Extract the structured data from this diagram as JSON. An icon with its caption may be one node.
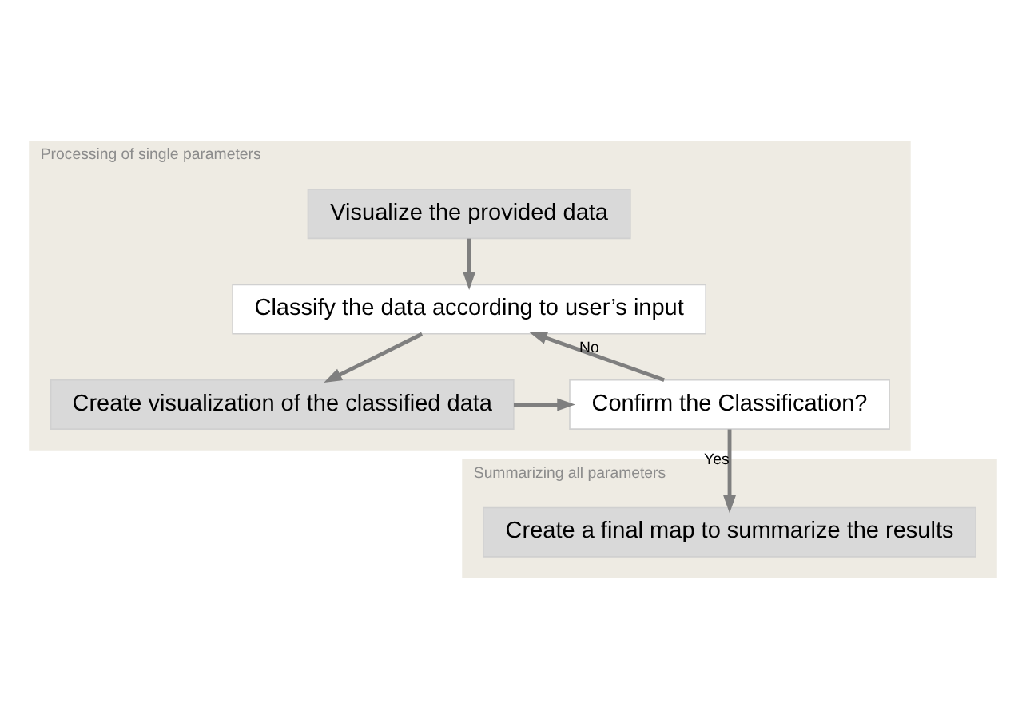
{
  "diagram": {
    "nodes": [
      {
        "text": [
          "Processing of single parameters"
        ]
      },
      {
        "text": [
          "Visualize the provided data"
        ],
        "in": 0
      },
      {
        "text": [
          "Classify the data according to user’s input"
        ],
        "in": 0
      },
      {
        "text": [
          "Create visualization of the classified data"
        ],
        "in": 0
      },
      {
        "text": [
          "Confirm the Classification?"
        ],
        "in": 0
      },
      {
        "text": [
          "Summarizing all parameters"
        ]
      },
      {
        "text": [
          "Create a final map to summarize the results"
        ],
        "in": 5
      }
    ],
    "edges": [
      {
        "from": 1,
        "to": 2,
        "arrow": "to"
      },
      {
        "from": 2,
        "to": 3,
        "arrow": "to"
      },
      {
        "from": 3,
        "to": 4,
        "arrow": "to"
      },
      {
        "from": 4,
        "to": 2,
        "arrow": "to",
        "label": "No"
      },
      {
        "from": 4,
        "to": 6,
        "arrow": "to",
        "label": "Yes"
      }
    ]
  }
}
